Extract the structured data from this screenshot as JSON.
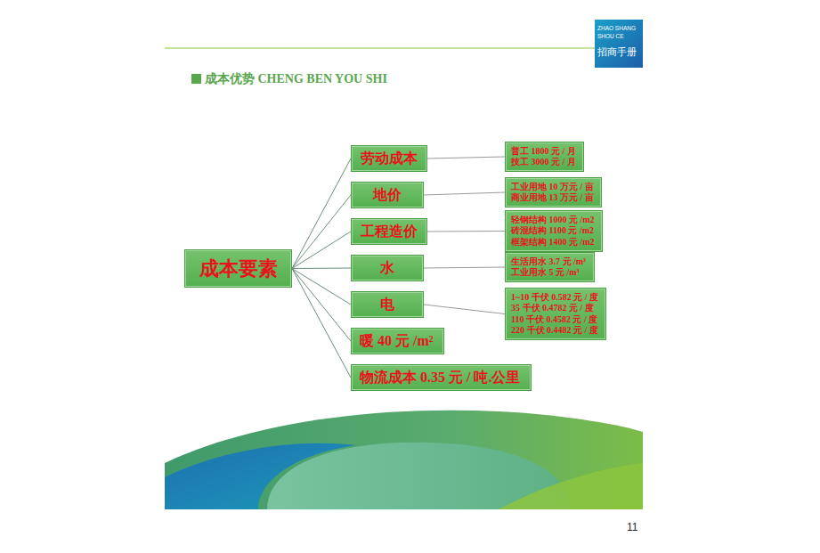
{
  "diagram": {
    "title": "成本优势 CHENG BEN YOU SHI",
    "nodes": [
      {
        "text": [
          "成本要素"
        ]
      },
      {
        "text": [
          "劳动成本"
        ]
      },
      {
        "text": [
          "普工 1800 元 / 月",
          "技工 3000 元 / 月"
        ]
      },
      {
        "text": [
          "地价"
        ]
      },
      {
        "text": [
          "工业用地 10 万元 / 亩",
          "商业用地 13 万元 / 亩"
        ]
      },
      {
        "text": [
          "工程造价"
        ]
      },
      {
        "text": [
          "轻钢结构 1000 元 /m2",
          "砖混结构 1100 元 /m2",
          "框架结构 1400 元 /m2"
        ]
      },
      {
        "text": [
          "水"
        ]
      },
      {
        "text": [
          "生活用水 3.7 元 /m³",
          "工业用水 5 元 /m³"
        ]
      },
      {
        "text": [
          "电"
        ]
      },
      {
        "text": [
          "1~10 千伏 0.582 元 / 度",
          "35 千伏 0.4782 元 / 度",
          "110 千伏 0.4582 元 / 度",
          "220 千伏 0.4482 元 / 度"
        ]
      },
      {
        "text": [
          "暖 40 元 /m²"
        ]
      },
      {
        "text": [
          "物流成本 0.35 元 / 吨.公里"
        ]
      },
      {
        "text": [
          "ZHAO SHANG SHOU CE",
          "招商手册"
        ]
      }
    ],
    "edges": [
      {
        "from": 0,
        "to": 1,
        "arrow": "none"
      },
      {
        "from": 0,
        "to": 3,
        "arrow": "none"
      },
      {
        "from": 0,
        "to": 5,
        "arrow": "none"
      },
      {
        "from": 0,
        "to": 7,
        "arrow": "none"
      },
      {
        "from": 0,
        "to": 9,
        "arrow": "none"
      },
      {
        "from": 0,
        "to": 11,
        "arrow": "none"
      },
      {
        "from": 0,
        "to": 12,
        "arrow": "none"
      },
      {
        "from": 1,
        "to": 2,
        "arrow": "none"
      },
      {
        "from": 3,
        "to": 4,
        "arrow": "none"
      },
      {
        "from": 5,
        "to": 6,
        "arrow": "none"
      },
      {
        "from": 7,
        "to": 8,
        "arrow": "none"
      },
      {
        "from": 9,
        "to": 10,
        "arrow": "none"
      }
    ],
    "labels": [
      "11"
    ]
  }
}
